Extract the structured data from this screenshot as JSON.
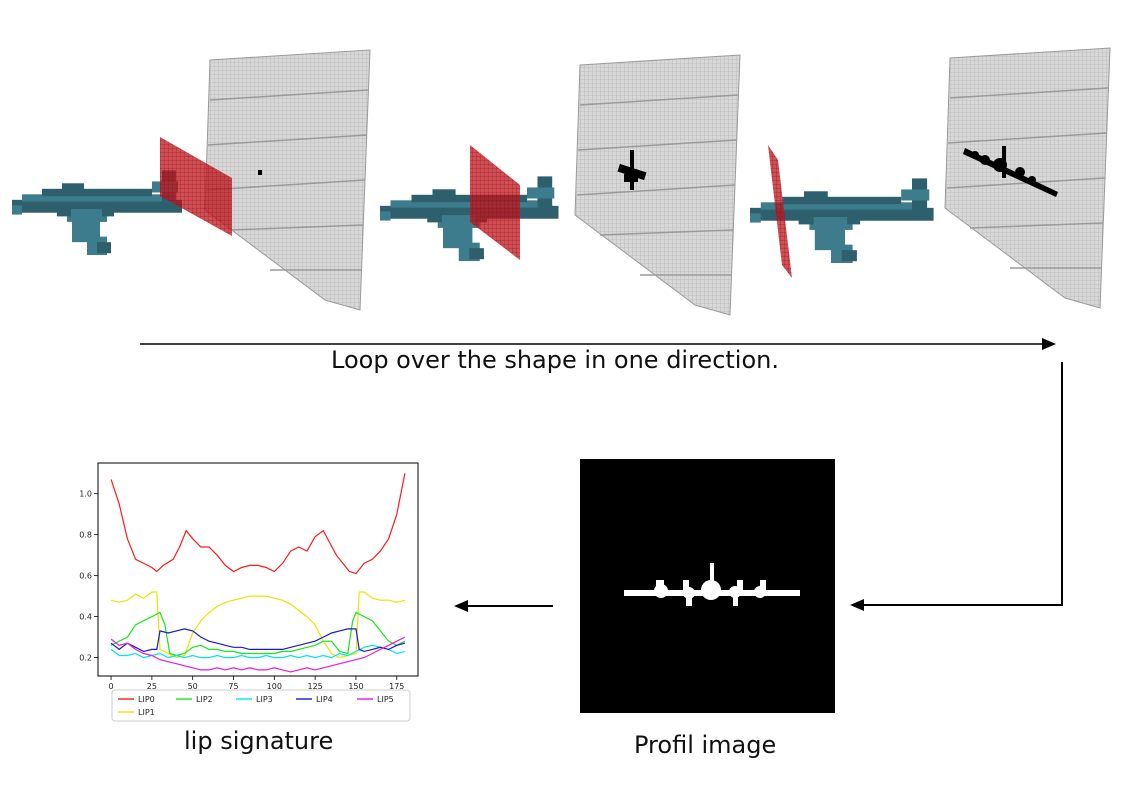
{
  "captions": {
    "loop": "Loop over the shape in one direction.",
    "profil": "Profil image",
    "lip": "lip signature"
  },
  "colors": {
    "plane": "#2e5f6c",
    "plane_light": "#3d7c8c",
    "slice_plane": "#c0141c",
    "grid_wall": "#cfcfcf",
    "profile_bg": "#000000",
    "profile_fg": "#ffffff"
  },
  "icons": [
    "arrow-right-icon",
    "arrow-left-icon",
    "airplane-voxel-icon",
    "slicing-plane-icon",
    "projection-grid-icon"
  ],
  "chart_data": {
    "type": "line",
    "title": "",
    "xlabel": "",
    "ylabel": "",
    "xlim": [
      -8,
      188
    ],
    "ylim": [
      0.11,
      1.15
    ],
    "xticks": [
      0,
      25,
      50,
      75,
      100,
      125,
      150,
      175
    ],
    "yticks": [
      0.2,
      0.4,
      0.6,
      0.8,
      1.0
    ],
    "ytick_labels": [
      "0.2",
      "0.4",
      "0.6",
      "0.8",
      "1.0"
    ],
    "legend_position": "lower-center",
    "series": [
      {
        "name": "LIP0",
        "color": "#ff1a1a",
        "x": [
          0,
          5,
          10,
          15,
          20,
          25,
          28,
          32,
          38,
          42,
          46,
          50,
          55,
          60,
          65,
          70,
          75,
          80,
          85,
          90,
          95,
          100,
          105,
          110,
          115,
          120,
          125,
          130,
          134,
          138,
          142,
          146,
          150,
          155,
          160,
          165,
          170,
          175,
          180
        ],
        "values": [
          1.07,
          0.95,
          0.78,
          0.68,
          0.66,
          0.64,
          0.62,
          0.65,
          0.68,
          0.74,
          0.82,
          0.78,
          0.74,
          0.74,
          0.7,
          0.65,
          0.62,
          0.64,
          0.65,
          0.65,
          0.64,
          0.62,
          0.66,
          0.72,
          0.74,
          0.72,
          0.79,
          0.82,
          0.76,
          0.7,
          0.66,
          0.62,
          0.61,
          0.66,
          0.68,
          0.72,
          0.78,
          0.9,
          1.1
        ]
      },
      {
        "name": "LIP1",
        "color": "#e6e600",
        "x": [
          0,
          5,
          10,
          15,
          20,
          25,
          28,
          30,
          35,
          40,
          45,
          50,
          55,
          60,
          65,
          70,
          75,
          80,
          85,
          90,
          95,
          100,
          105,
          110,
          115,
          120,
          125,
          130,
          135,
          140,
          145,
          150,
          152,
          155,
          160,
          165,
          170,
          175,
          180
        ],
        "values": [
          0.48,
          0.47,
          0.48,
          0.51,
          0.49,
          0.52,
          0.52,
          0.24,
          0.22,
          0.2,
          0.21,
          0.32,
          0.38,
          0.42,
          0.45,
          0.47,
          0.48,
          0.49,
          0.5,
          0.5,
          0.5,
          0.49,
          0.48,
          0.46,
          0.43,
          0.4,
          0.36,
          0.28,
          0.22,
          0.2,
          0.21,
          0.22,
          0.52,
          0.52,
          0.49,
          0.48,
          0.48,
          0.47,
          0.48
        ]
      },
      {
        "name": "LIP2",
        "color": "#1ae61a",
        "x": [
          0,
          5,
          10,
          15,
          20,
          25,
          30,
          33,
          36,
          40,
          45,
          50,
          55,
          60,
          65,
          70,
          75,
          80,
          85,
          90,
          95,
          100,
          105,
          110,
          115,
          120,
          125,
          130,
          135,
          140,
          145,
          148,
          150,
          155,
          160,
          165,
          170,
          175,
          180
        ],
        "values": [
          0.26,
          0.28,
          0.3,
          0.36,
          0.38,
          0.4,
          0.42,
          0.36,
          0.22,
          0.21,
          0.22,
          0.25,
          0.26,
          0.24,
          0.24,
          0.23,
          0.23,
          0.22,
          0.22,
          0.22,
          0.22,
          0.22,
          0.23,
          0.23,
          0.24,
          0.25,
          0.26,
          0.28,
          0.28,
          0.23,
          0.22,
          0.38,
          0.42,
          0.4,
          0.38,
          0.33,
          0.28,
          0.26,
          0.28
        ]
      },
      {
        "name": "LIP3",
        "color": "#00e6e6",
        "x": [
          0,
          5,
          10,
          15,
          20,
          25,
          30,
          35,
          40,
          45,
          50,
          55,
          60,
          65,
          70,
          75,
          80,
          85,
          90,
          95,
          100,
          105,
          110,
          115,
          120,
          125,
          130,
          135,
          140,
          145,
          150,
          155,
          160,
          165,
          170,
          175,
          180
        ],
        "values": [
          0.24,
          0.21,
          0.21,
          0.22,
          0.2,
          0.21,
          0.22,
          0.2,
          0.21,
          0.2,
          0.21,
          0.2,
          0.2,
          0.21,
          0.2,
          0.2,
          0.21,
          0.2,
          0.2,
          0.21,
          0.2,
          0.2,
          0.21,
          0.2,
          0.21,
          0.2,
          0.21,
          0.2,
          0.22,
          0.21,
          0.23,
          0.25,
          0.26,
          0.25,
          0.24,
          0.22,
          0.23
        ]
      },
      {
        "name": "LIP4",
        "color": "#1a1acc",
        "x": [
          0,
          5,
          10,
          15,
          20,
          25,
          28,
          30,
          35,
          40,
          45,
          50,
          55,
          60,
          65,
          70,
          75,
          80,
          85,
          90,
          95,
          100,
          105,
          110,
          115,
          120,
          125,
          130,
          135,
          140,
          145,
          150,
          152,
          155,
          160,
          165,
          170,
          175,
          180
        ],
        "values": [
          0.27,
          0.24,
          0.27,
          0.25,
          0.23,
          0.24,
          0.24,
          0.33,
          0.32,
          0.33,
          0.34,
          0.33,
          0.3,
          0.28,
          0.27,
          0.26,
          0.25,
          0.25,
          0.24,
          0.24,
          0.24,
          0.24,
          0.24,
          0.25,
          0.26,
          0.27,
          0.28,
          0.3,
          0.32,
          0.33,
          0.34,
          0.34,
          0.24,
          0.23,
          0.24,
          0.25,
          0.24,
          0.26,
          0.27
        ]
      },
      {
        "name": "LIP5",
        "color": "#e61ae6",
        "x": [
          0,
          5,
          10,
          15,
          20,
          25,
          30,
          35,
          40,
          45,
          50,
          55,
          60,
          65,
          70,
          75,
          80,
          85,
          90,
          95,
          100,
          105,
          110,
          115,
          120,
          125,
          130,
          135,
          140,
          145,
          150,
          155,
          160,
          165,
          170,
          175,
          180
        ],
        "values": [
          0.29,
          0.26,
          0.27,
          0.24,
          0.22,
          0.21,
          0.19,
          0.18,
          0.17,
          0.16,
          0.15,
          0.14,
          0.14,
          0.15,
          0.14,
          0.15,
          0.14,
          0.15,
          0.14,
          0.14,
          0.15,
          0.14,
          0.13,
          0.14,
          0.15,
          0.14,
          0.15,
          0.16,
          0.17,
          0.18,
          0.19,
          0.2,
          0.22,
          0.24,
          0.26,
          0.28,
          0.3
        ]
      }
    ]
  }
}
